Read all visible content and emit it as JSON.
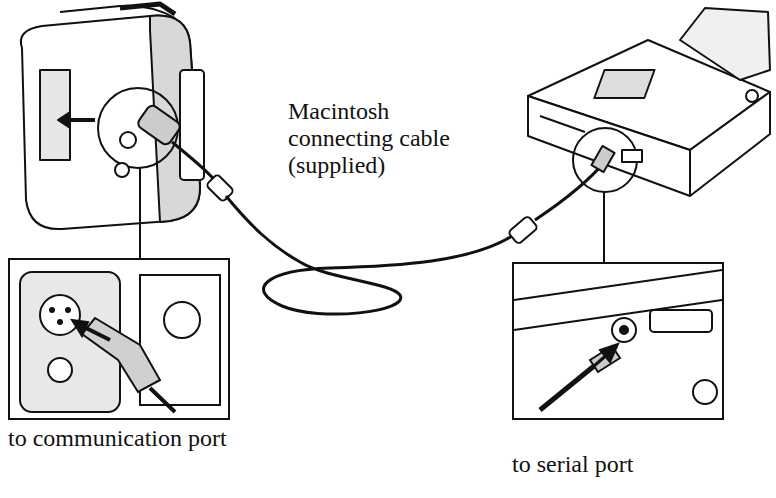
{
  "diagram": {
    "nodes": [
      {
        "text": [
          "to communication port"
        ]
      },
      {
        "text": [
          "to serial port"
        ]
      }
    ],
    "labels": [
      "Macintosh connecting cable (supplied)"
    ]
  }
}
